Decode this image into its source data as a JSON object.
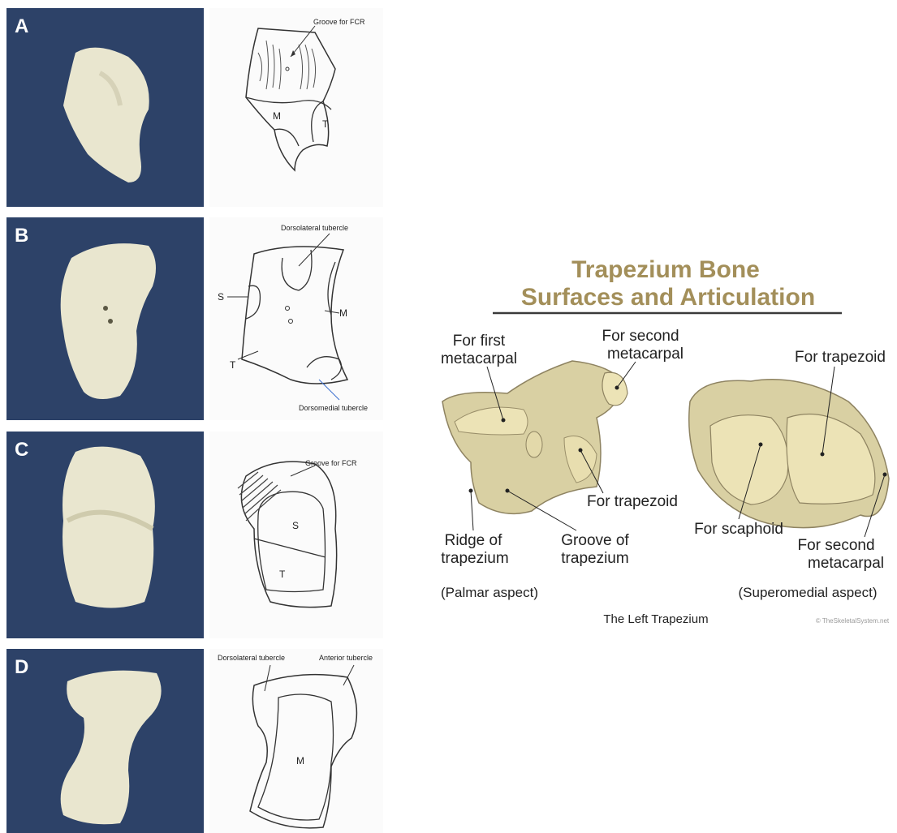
{
  "panels": [
    {
      "letter": "A",
      "labels": {
        "groove": "Groove for FCR",
        "m": "M",
        "t": "T"
      }
    },
    {
      "letter": "B",
      "labels": {
        "dl": "Dorsolateral tubercle",
        "s": "S",
        "m": "M",
        "t": "T",
        "dm": "Dorsomedial tubercle"
      }
    },
    {
      "letter": "C",
      "labels": {
        "groove": "Groove for FCR",
        "s": "S",
        "t": "T"
      }
    },
    {
      "letter": "D",
      "labels": {
        "dl": "Dorsolateral tubercle",
        "ant": "Anterior tubercle",
        "m": "M"
      }
    }
  ],
  "infographic": {
    "title_line1": "Trapezium Bone",
    "title_line2": "Surfaces and Articulation",
    "palmar": {
      "first_meta_1": "For first",
      "first_meta_2": "metacarpal",
      "second_meta_1": "For second",
      "second_meta_2": "metacarpal",
      "trapezoid": "For trapezoid",
      "ridge_1": "Ridge of",
      "ridge_2": "trapezium",
      "groove_1": "Groove of",
      "groove_2": "trapezium",
      "aspect": "(Palmar aspect)"
    },
    "superomedial": {
      "trapezoid": "For trapezoid",
      "scaphoid": "For scaphoid",
      "second_meta_1": "For second",
      "second_meta_2": "metacarpal",
      "aspect": "(Superomedial aspect)"
    },
    "caption": "The Left Trapezium",
    "credit": "© TheSkeletalSystem.net"
  },
  "colors": {
    "photo_bg": "#2d4268",
    "bone": "#e9e6cf",
    "title": "#a38f5a",
    "rule": "#3a3a3a"
  }
}
